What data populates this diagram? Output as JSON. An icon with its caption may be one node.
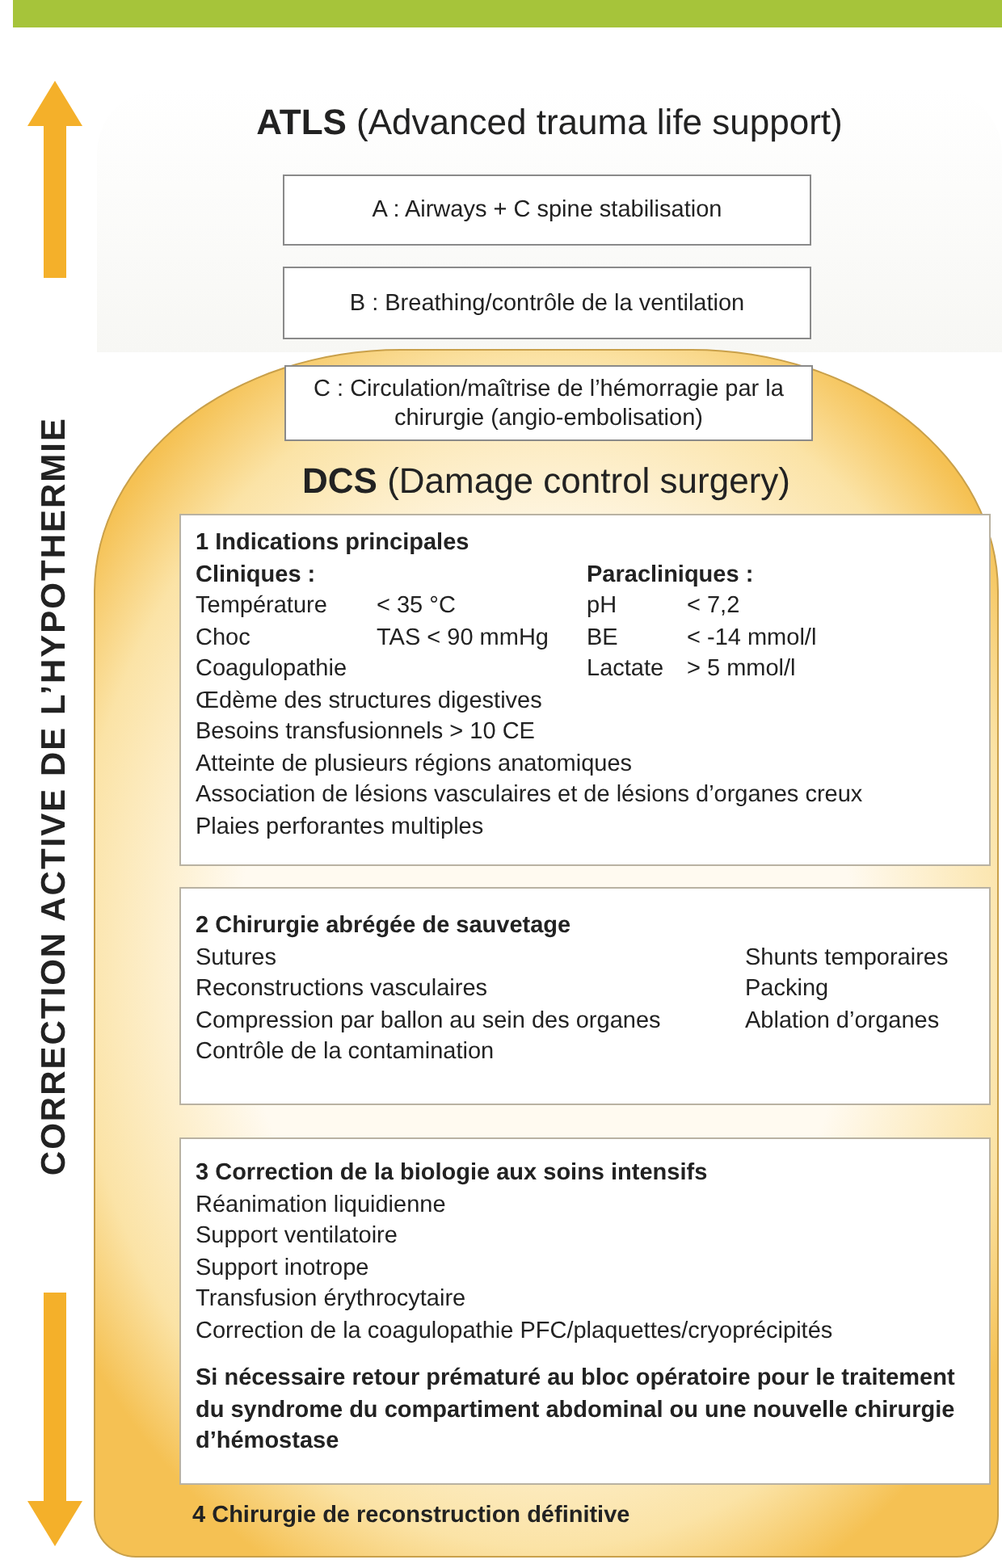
{
  "diagram": {
    "nodes": [
      {
        "text": [
          "**ATLS** (Advanced trauma life support)"
        ]
      },
      {
        "text": [
          "A : Airways + C spine stabilisation"
        ],
        "in": 0
      },
      {
        "text": [
          "B : Breathing/contrôle de la ventilation"
        ],
        "in": 0
      },
      {
        "text": [
          "**DCS** (Damage control surgery)"
        ]
      },
      {
        "text": [
          "C : Circulation/maîtrise de l’hémorragie par la chirurgie (angio-embolisation)"
        ],
        "in": 3
      },
      {
        "text": [
          "1 Indications principales",
          "Cliniques :",
          "Paracliniques :",
          "Température",
          "< 35 °C",
          "pH",
          "< 7,2",
          "Choc",
          "TAS < 90 mmHg",
          "BE",
          "< -14 mmol/l",
          "Coagulopathie",
          "Lactate",
          "> 5 mmol/l",
          "Œdème des structures digestives",
          "Besoins transfusionnels > 10 CE",
          "Atteinte de plusieurs régions anatomiques",
          "Association de lésions vasculaires et de lésions d’organes creux",
          "Plaies perforantes multiples"
        ],
        "in": 3
      },
      {
        "text": [
          "2 Chirurgie abrégée de sauvetage",
          "Sutures",
          "Shunts temporaires",
          "Reconstructions vasculaires",
          "Packing",
          "Compression par ballon au sein des organes",
          "Ablation d’organes",
          "Contrôle de la contamination"
        ],
        "in": 3
      },
      {
        "text": [
          "3 Correction de la biologie aux soins intensifs",
          "Réanimation liquidienne",
          "Support ventilatoire",
          "Support inotrope",
          "Transfusion érythrocytaire",
          "Correction de la coagulopathie PFC/plaquettes/cryoprécipités",
          "Si nécessaire retour prématuré au bloc opératoire pour le traitement du syndrome du compartiment abdominal ou une nouvelle chirurgie d’hémostase"
        ],
        "in": 3
      }
    ],
    "edges": [],
    "labels": [
      "CORRECTION ACTIVE DE L’HYPOTHERMIE",
      "4 Chirurgie de reconstruction définitive"
    ]
  }
}
